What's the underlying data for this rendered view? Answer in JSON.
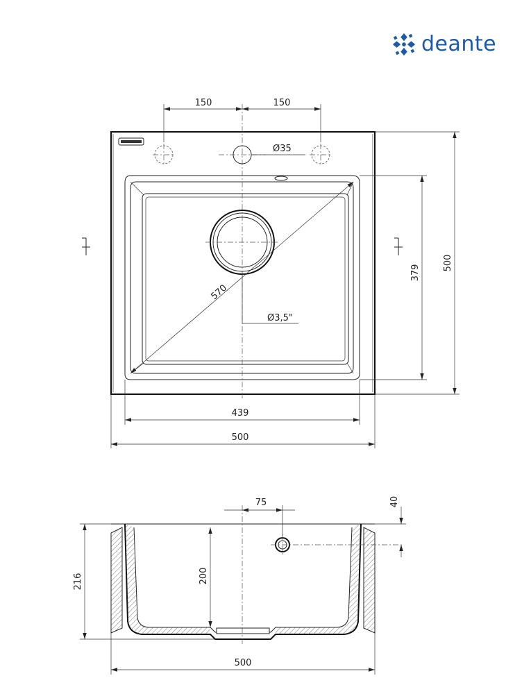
{
  "brand": {
    "name": "deante",
    "color": "#1f5aa8",
    "logo_icon": "deante-logo-icon"
  },
  "top_view": {
    "dims": {
      "tap_offset_left": "150",
      "tap_offset_right": "150",
      "tap_hole_diameter": "Ø35",
      "diagonal": "570",
      "drain_diameter": "Ø3,5\"",
      "bowl_width": "439",
      "overall_width": "500",
      "bowl_length": "379",
      "overall_length": "500"
    }
  },
  "side_view": {
    "dims": {
      "overflow_offset": "75",
      "overflow_height": "40",
      "bowl_depth": "200",
      "overall_height": "216",
      "overall_width": "500"
    }
  }
}
